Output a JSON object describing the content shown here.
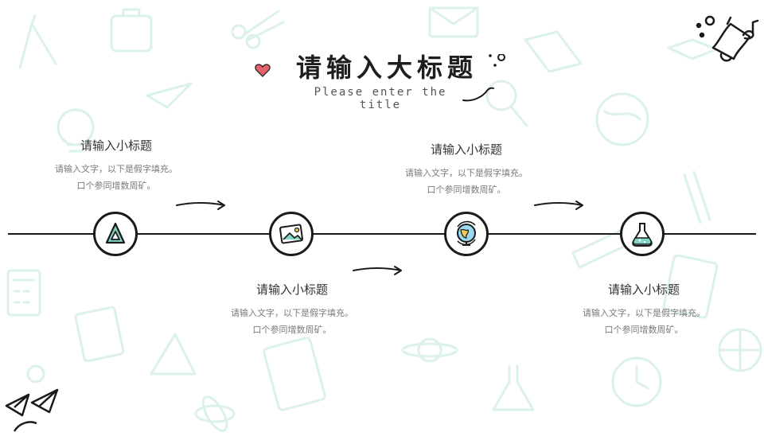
{
  "header": {
    "title": "请输入大标题",
    "subtitle": "Please enter the title"
  },
  "timeline": {
    "items": [
      {
        "title": "请输入小标题",
        "desc_line1": "请输入文字，以下是假字填充。",
        "desc_line2": "口个参同增数周矿。",
        "icon": "triangle-ruler-icon"
      },
      {
        "title": "请输入小标题",
        "desc_line1": "请输入文字，以下是假字填充。",
        "desc_line2": "口个参同增数周矿。",
        "icon": "picture-icon"
      },
      {
        "title": "请输入小标题",
        "desc_line1": "请输入文字，以下是假字填充。",
        "desc_line2": "口个参同增数周矿。",
        "icon": "globe-icon"
      },
      {
        "title": "请输入小标题",
        "desc_line1": "请输入文字，以下是假字填充。",
        "desc_line2": "口个参同增数周矿。",
        "icon": "flask-icon"
      }
    ]
  },
  "colors": {
    "line": "#1a1a1a",
    "accent_mint": "#7fd6c6",
    "heart": "#e4606d",
    "doodle": "#dff3ef"
  }
}
